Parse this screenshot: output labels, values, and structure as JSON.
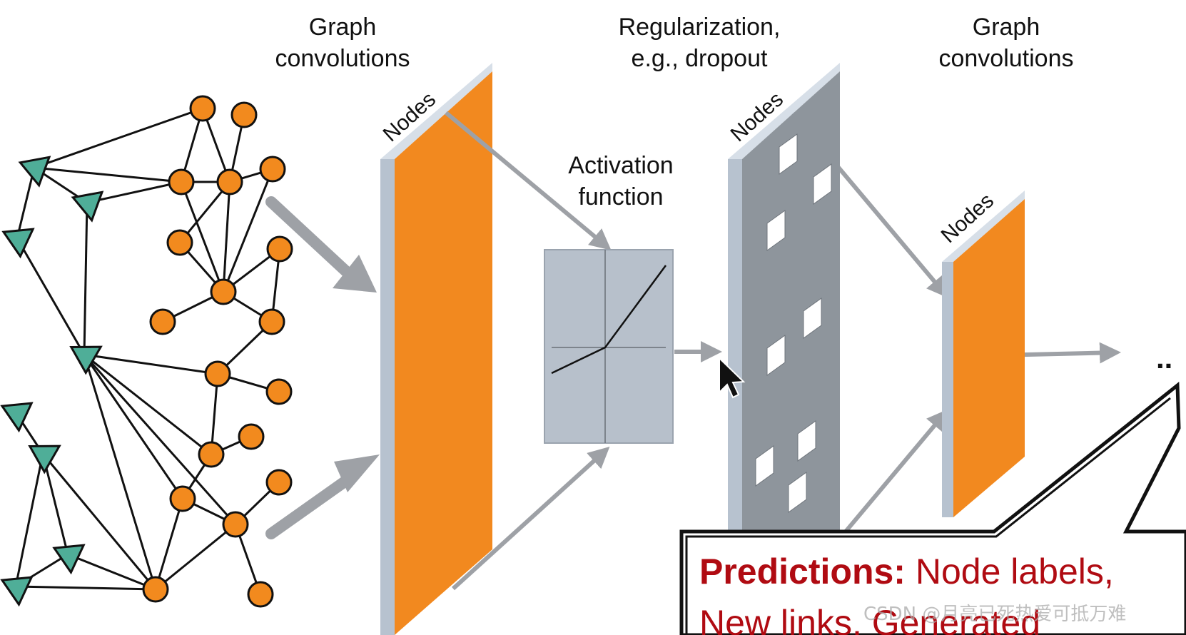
{
  "labels": {
    "graph_conv_1": [
      "Graph",
      "convolutions"
    ],
    "regularization": [
      "Regularization,",
      "e.g., dropout"
    ],
    "graph_conv_2": [
      "Graph",
      "convolutions"
    ],
    "activation": [
      "Activation",
      "function"
    ],
    "nodes": "Nodes",
    "ellipsis": ".."
  },
  "callout": {
    "title": "Predictions:",
    "line1_rest": " Node labels,",
    "line2": "New links, Generated"
  },
  "watermark": "CSDN @月亮已死热爱可抵万难",
  "colors": {
    "orange_node": "#f28a1e",
    "teal_node": "#4fae98",
    "layer_orange": "#f2891f",
    "layer_gray": "#8e959c",
    "layer_edge": "#b7c2cf",
    "arrow_gray": "#9ea1a6",
    "callout_red": "#b00b12"
  }
}
